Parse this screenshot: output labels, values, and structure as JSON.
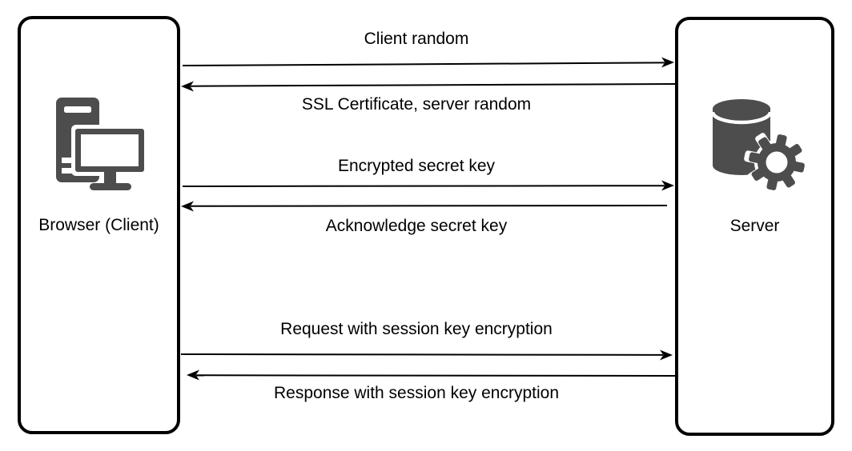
{
  "diagram": {
    "type": "sequence",
    "subject": "SSL/TLS handshake between browser and server"
  },
  "actors": [
    {
      "id": "client",
      "label": "Browser (Client)",
      "icon": "desktop-computer-icon"
    },
    {
      "id": "server",
      "label": "Server",
      "icon": "database-gear-icon"
    }
  ],
  "messages": [
    {
      "step": 1,
      "label": "Client random",
      "from": "client",
      "to": "server"
    },
    {
      "step": 2,
      "label": "SSL Certificate, server random",
      "from": "server",
      "to": "client"
    },
    {
      "step": 3,
      "label": "Encrypted secret key",
      "from": "client",
      "to": "server"
    },
    {
      "step": 4,
      "label": "Acknowledge secret key",
      "from": "server",
      "to": "client"
    },
    {
      "step": 5,
      "label": "Request with session key encryption",
      "from": "client",
      "to": "server"
    },
    {
      "step": 6,
      "label": "Response with session key encryption",
      "from": "server",
      "to": "client"
    }
  ],
  "colors": {
    "icon_gray": "#4d4d4d",
    "line": "#000000",
    "box_border": "#000000",
    "background": "#ffffff",
    "text": "#000000"
  }
}
